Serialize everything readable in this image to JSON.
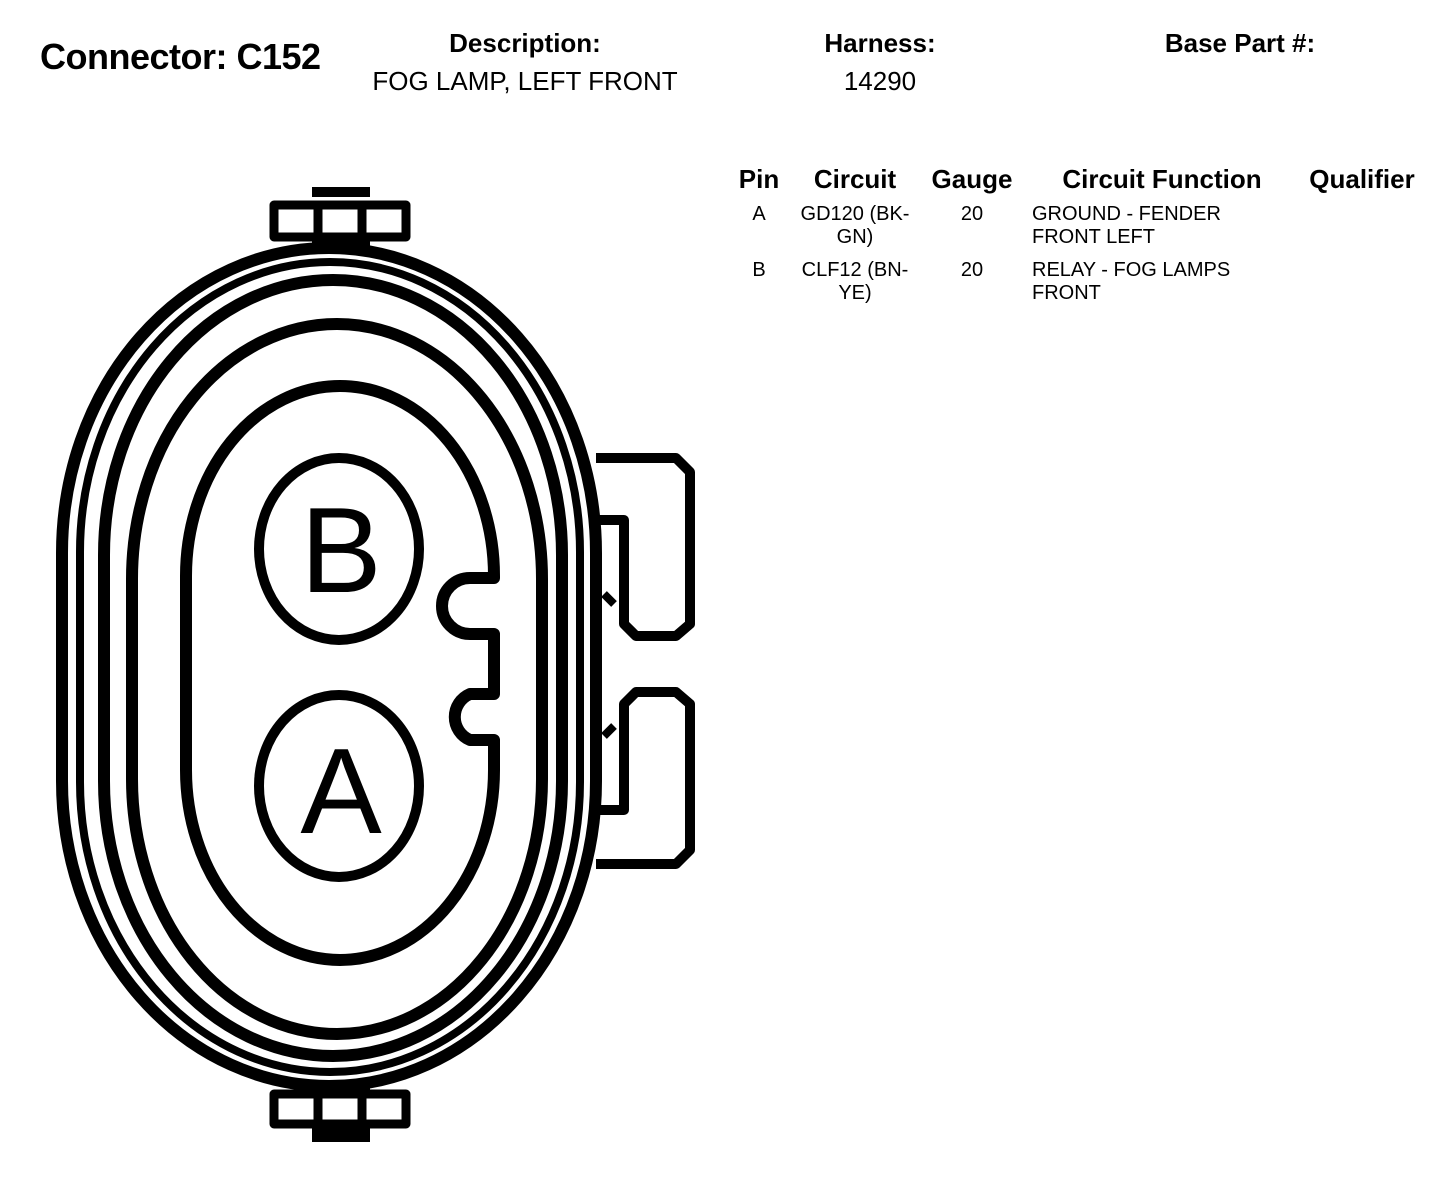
{
  "header": {
    "connector_title": "Connector: C152",
    "description_label": "Description:",
    "description_value": "FOG LAMP, LEFT FRONT",
    "harness_label": "Harness:",
    "harness_value": "14290",
    "base_part_label": "Base Part #:"
  },
  "table": {
    "columns": [
      "Pin",
      "Circuit",
      "Gauge",
      "Circuit Function",
      "Qualifier"
    ],
    "rows": [
      {
        "pin": "A",
        "circuit": "GD120 (BK-GN)",
        "gauge": "20",
        "function": "GROUND - FENDER FRONT LEFT",
        "qualifier": ""
      },
      {
        "pin": "B",
        "circuit": "CLF12 (BN-YE)",
        "gauge": "20",
        "function": "RELAY - FOG LAMPS FRONT",
        "qualifier": ""
      }
    ]
  },
  "connector_face": {
    "pin_labels": [
      "B",
      "A"
    ],
    "icon": "connector-face-icon"
  }
}
